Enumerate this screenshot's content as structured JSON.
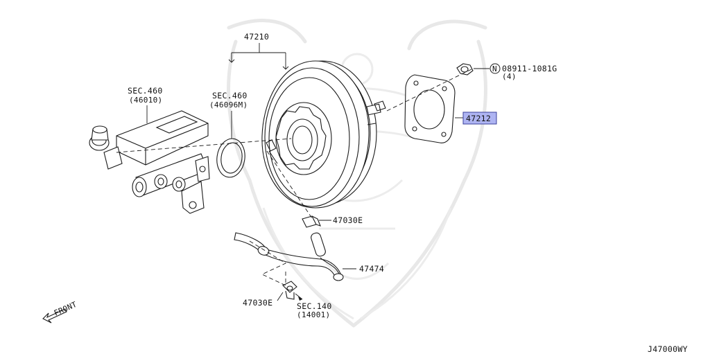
{
  "diagram": {
    "colors": {
      "line": "#1a1a1a",
      "highlight_fill": "#aeb4f2",
      "highlight_stroke": "#3a3f9a",
      "watermark": "#e8e8e8"
    },
    "labels": {
      "booster": "47210",
      "gasket": "47212",
      "nut_code": "08911-1081G",
      "nut_qty": "(4)",
      "nut_prefix": "N",
      "sec460_master": "SEC.460",
      "sec460_master_sub": "(46010)",
      "sec460_oring": "SEC.460",
      "sec460_oring_sub": "(46096M)",
      "check_valve_top": "47030E",
      "vacuum_hose": "47474",
      "check_valve_bottom": "47030E",
      "sec140": "SEC.140",
      "sec140_sub": "(14001)",
      "front": "FRONT",
      "drawing_id": "J47000WY"
    },
    "highlighted_part": "47212",
    "watermark_icon": "samurai-helmet-logo"
  }
}
